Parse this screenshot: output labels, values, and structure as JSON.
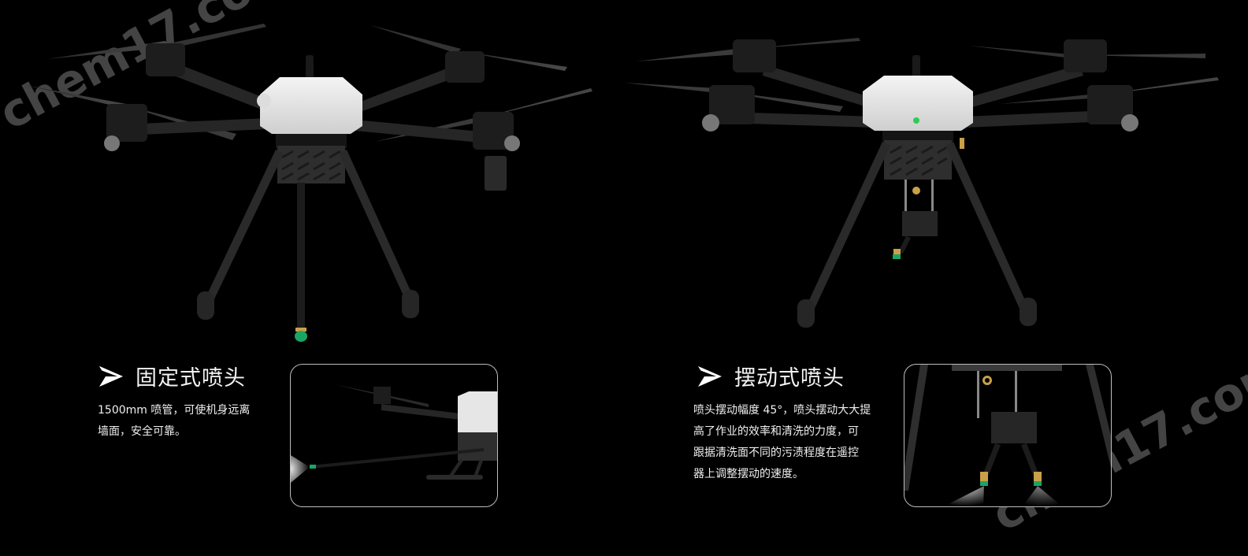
{
  "sections": [
    {
      "id": "fixed",
      "title": "固定式喷头",
      "description_lines": [
        "1500mm 喷管，可使机身远离",
        "墙面，安全可靠。"
      ],
      "image_alt": "fixed-nozzle-drone",
      "inset_alt": "fixed-nozzle-spray-closeup"
    },
    {
      "id": "swing",
      "title": "摆动式喷头",
      "description_lines": [
        "喷头摆动幅度 45°，喷头摆动大大提",
        "高了作业的效率和清洗的力度，可",
        "跟据清洗面不同的污渍程度在遥控",
        "器上调整摆动的速度。"
      ],
      "image_alt": "swing-nozzle-drone",
      "inset_alt": "swing-nozzle-spray-closeup"
    }
  ],
  "watermark": "chem17.com",
  "colors": {
    "background": "#000000",
    "body_shell": "#e6e6e6",
    "arm": "#2a2a2a",
    "nozzle_green": "#1aa566",
    "brass": "#c9a048",
    "inset_border": "#bdbdbd",
    "led_green": "#2ecc55"
  }
}
